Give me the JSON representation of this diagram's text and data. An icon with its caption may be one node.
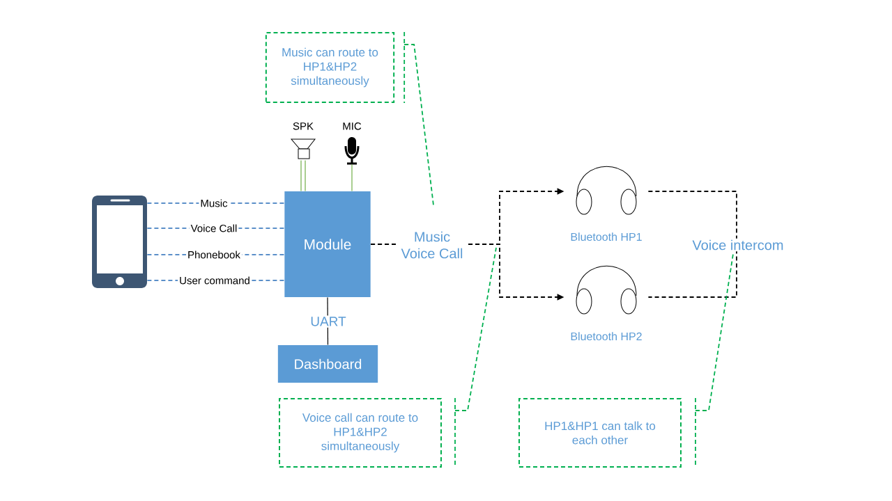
{
  "diagram": {
    "nodes": [
      {
        "text": [],
        "shape": "phone"
      },
      {
        "text": [
          "Module"
        ]
      },
      {
        "text": [
          "SPK"
        ]
      },
      {
        "text": [
          "MIC"
        ]
      },
      {
        "text": [
          "Dashboard"
        ]
      },
      {
        "text": [
          "Bluetooth HP1"
        ]
      },
      {
        "text": [
          "Bluetooth HP2"
        ]
      },
      {
        "text": [
          "Music can route to HP1&HP2 simultaneously"
        ]
      },
      {
        "text": [
          "Voice call can route to HP1&HP2 simultaneously"
        ]
      },
      {
        "text": [
          "HP1&HP1 can talk to each other"
        ]
      }
    ],
    "edges": [
      {
        "from": 0,
        "to": 1,
        "arrow": "none",
        "label": "Music",
        "style": "dashed",
        "color": "#5b8fc9"
      },
      {
        "from": 0,
        "to": 1,
        "arrow": "none",
        "label": "Voice Call",
        "style": "dashed",
        "color": "#5b8fc9"
      },
      {
        "from": 0,
        "to": 1,
        "arrow": "none",
        "label": "Phonebook",
        "style": "dashed",
        "color": "#5b8fc9"
      },
      {
        "from": 0,
        "to": 1,
        "arrow": "none",
        "label": "User command",
        "style": "dashed",
        "color": "#5b8fc9"
      },
      {
        "from": 2,
        "to": 1,
        "arrow": "none",
        "color": "#70ad47"
      },
      {
        "from": 3,
        "to": 1,
        "arrow": "none",
        "color": "#70ad47"
      },
      {
        "from": 1,
        "to": 4,
        "arrow": "none",
        "label": "UART",
        "color": "#000000"
      },
      {
        "from": 1,
        "to": 5,
        "arrow": "to",
        "label": "Music Voice Call",
        "style": "dashed",
        "color": "#000000"
      },
      {
        "from": 1,
        "to": 6,
        "arrow": "to",
        "style": "dashed",
        "color": "#000000"
      },
      {
        "from": 5,
        "to": 6,
        "arrow": "none",
        "label": "Voice intercom",
        "style": "dashed",
        "color": "#000000"
      },
      {
        "from": 7,
        "to": null,
        "arrow": "none",
        "style": "dashed",
        "color": "#00b050"
      },
      {
        "from": 8,
        "to": null,
        "arrow": "none",
        "style": "dashed",
        "color": "#00b050"
      },
      {
        "from": 9,
        "to": null,
        "arrow": "none",
        "style": "dashed",
        "color": "#00b050"
      }
    ]
  }
}
